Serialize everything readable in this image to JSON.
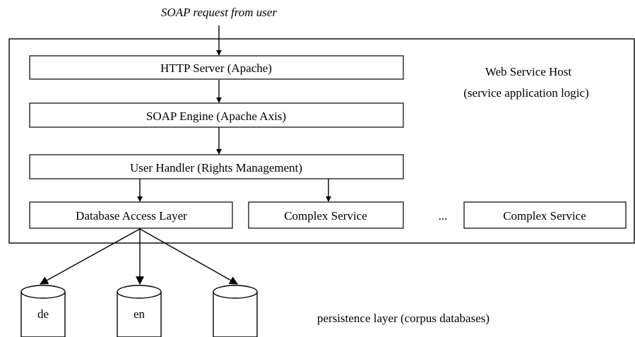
{
  "request_label": "SOAP request from user",
  "host": {
    "title": "Web Service Host",
    "subtitle": "(service application logic)"
  },
  "layers": {
    "http_server": "HTTP Server (Apache)",
    "soap_engine": "SOAP Engine (Apache Axis)",
    "user_handler": "User Handler (Rights Management)"
  },
  "services": {
    "database_access": "Database Access Layer",
    "complex_1": "Complex Service",
    "ellipsis": "...",
    "complex_2": "Complex Service"
  },
  "databases": [
    "de",
    "en",
    ""
  ],
  "persistence_label": "persistence layer (corpus databases)"
}
